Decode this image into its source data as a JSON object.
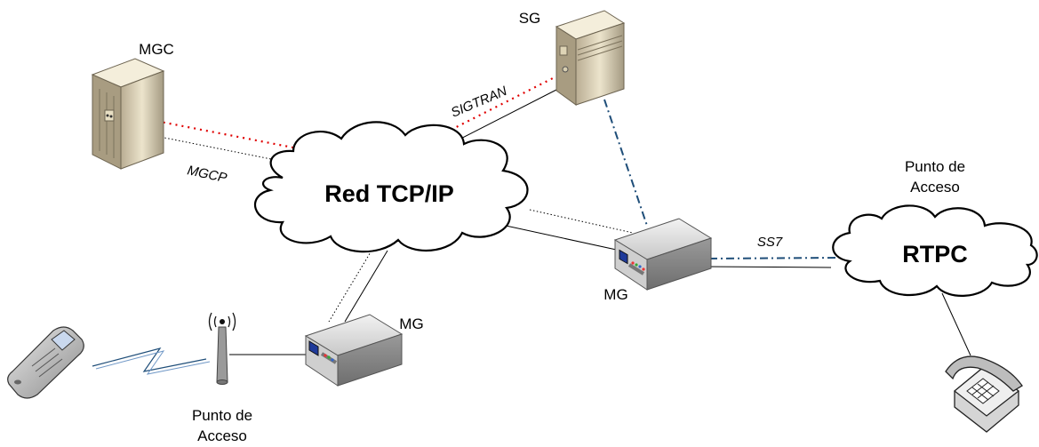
{
  "network": {
    "cloud_label": "Red TCP/IP"
  },
  "pstn": {
    "cloud_label": "RTPC",
    "access_label_line1": "Punto de",
    "access_label_line2": "Acceso"
  },
  "devices": {
    "mgc_label": "MGC",
    "sg_label": "SG",
    "mg_right_label": "MG",
    "mg_left_label": "MG"
  },
  "links": {
    "sigtran_label": "SIGTRAN",
    "mgcp_label": "MGCP",
    "ss7_label": "SS7"
  },
  "access_point": {
    "label_line1": "Punto de",
    "label_line2": "Acceso"
  },
  "colors": {
    "signaling_red": "#e00000",
    "ss7_blue": "#1f4e79",
    "cloud_stroke": "#000000",
    "device_body": "#d9d9d9"
  }
}
